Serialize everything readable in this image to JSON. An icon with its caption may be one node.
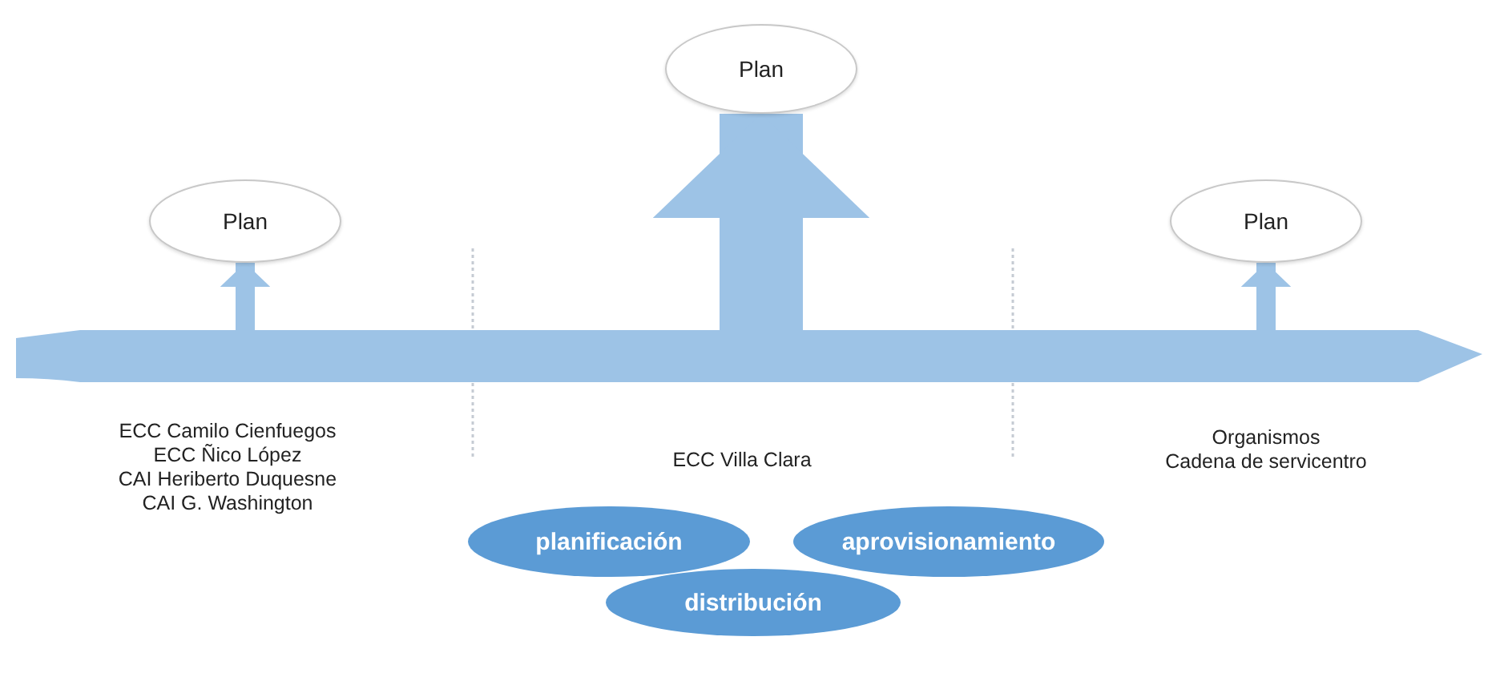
{
  "diagram": {
    "nodes": [
      {
        "text": [
          "Plan"
        ]
      },
      {
        "text": [
          "Plan"
        ]
      },
      {
        "text": [
          "Plan"
        ]
      },
      {
        "text": [],
        "shape": "arrow"
      },
      {
        "text": [
          "planificación"
        ]
      },
      {
        "text": [
          "aprovisionamiento"
        ]
      },
      {
        "text": [
          "distribución"
        ]
      }
    ],
    "edges": [
      {
        "from": 3,
        "to": 0,
        "arrow": "to"
      },
      {
        "from": 3,
        "to": 1,
        "arrow": "to",
        "style": "thick"
      },
      {
        "from": 3,
        "to": 2,
        "arrow": "to"
      }
    ],
    "labels": [
      "ECC Camilo Cienfuegos",
      "ECC Ñico López",
      "CAI Heriberto Duquesne",
      "CAI G. Washington",
      "ECC Villa Clara",
      "Organismos",
      "Cadena de servicentro"
    ]
  }
}
